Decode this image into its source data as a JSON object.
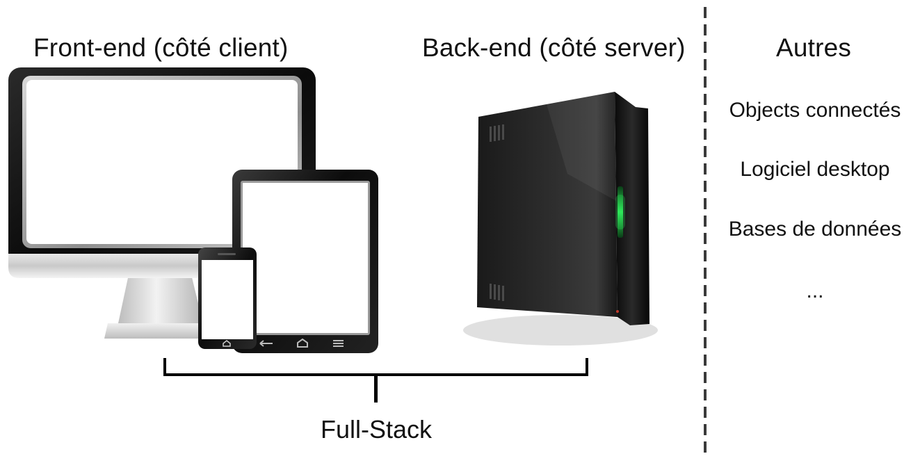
{
  "diagram": {
    "frontend_title": "Front-end (côté client)",
    "backend_title": "Back-end (côté server)",
    "others_title": "Autres",
    "others_items": [
      "Objects connectés",
      "Logiciel desktop",
      "Bases de données",
      "..."
    ],
    "fullstack_label": "Full-Stack"
  },
  "icons": {
    "frontend_devices": [
      "monitor-icon",
      "tablet-icon",
      "smartphone-icon"
    ],
    "backend_device": "server-tower-icon"
  },
  "colors": {
    "device_frame": "#111111",
    "screen": "#ffffff",
    "server_led": "#2ee85a",
    "divider": "#3a3a3a",
    "text": "#111111"
  }
}
